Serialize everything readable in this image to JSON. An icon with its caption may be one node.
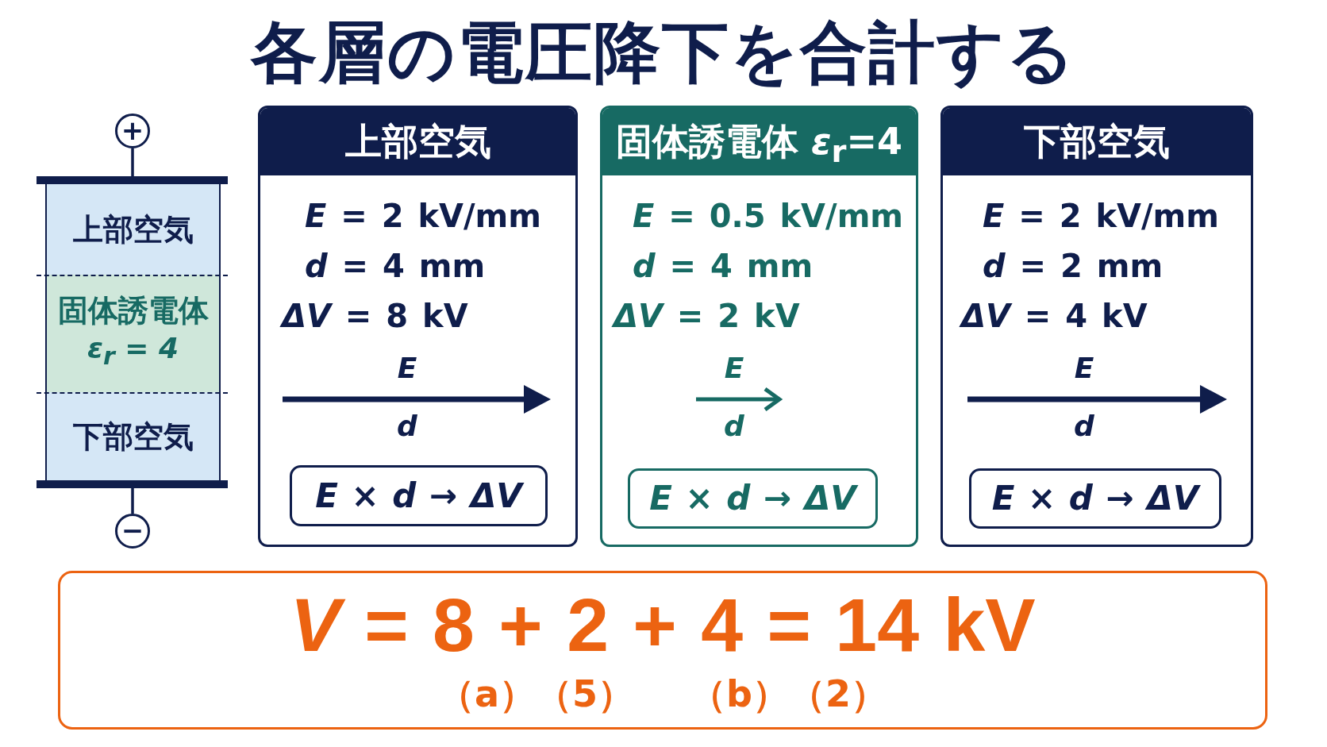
{
  "diagram": {
    "title": "各層の電圧降下を合計する",
    "nodes": [
      {
        "text": [
          "+"
        ]
      },
      {
        "text": [],
        "shape": "box"
      },
      {
        "text": [
          "上部空気"
        ],
        "in": 1
      },
      {
        "text": [
          "固体誘電体",
          "ε$_{r}$ = 4"
        ],
        "in": 1
      },
      {
        "text": [
          "下部空気"
        ],
        "in": 1
      },
      {
        "text": [
          "−"
        ]
      },
      {
        "text": [
          "上部空気",
          "*E* = 2 kV/mm",
          "*d* = 4 mm",
          "*ΔV* = 8 kV",
          "E",
          "d"
        ]
      },
      {
        "text": [
          "*E* × *d* → *ΔV*"
        ],
        "in": 6
      },
      {
        "text": [
          "固体誘電体 *ε*$_{r}$=4",
          "*E* = 0.5 kV/mm",
          "*d* = 4 mm",
          "*ΔV* = 2 kV",
          "E",
          "d"
        ]
      },
      {
        "text": [
          "*E* × *d* → *ΔV*"
        ],
        "in": 8
      },
      {
        "text": [
          "下部空気",
          "*E* = 2 kV/mm",
          "*d* = 2 mm",
          "*ΔV* = 4 kV",
          "E",
          "d"
        ]
      },
      {
        "text": [
          "*E* × *d* → *ΔV*"
        ],
        "in": 10
      },
      {
        "text": [
          "*V* = 8 + 2 + 4 = 14 kV",
          "（a）（5）",
          "（b）（2）"
        ]
      }
    ],
    "edges": [
      {
        "from": 0,
        "to": 1,
        "arrow": "none"
      },
      {
        "from": 1,
        "to": 5,
        "arrow": "none"
      }
    ]
  }
}
